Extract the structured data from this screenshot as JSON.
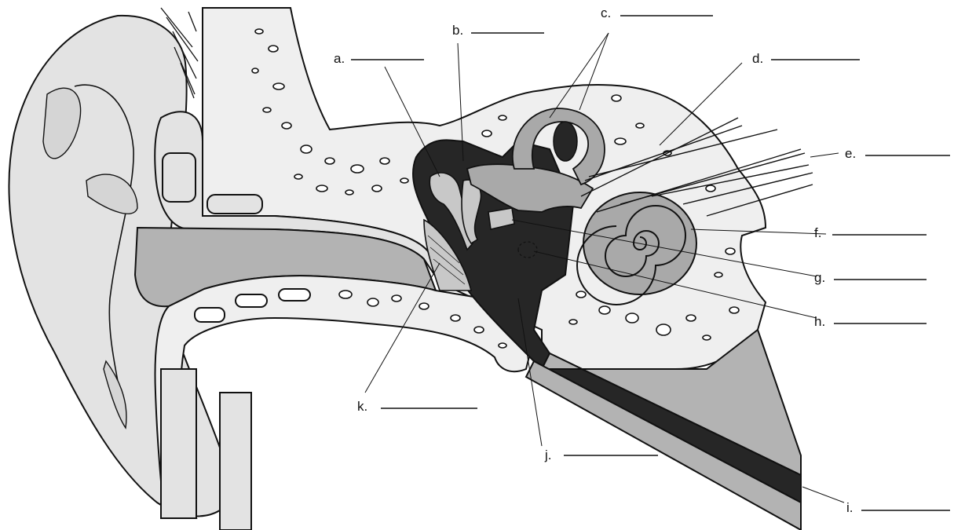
{
  "diagram": {
    "labels": [
      {
        "key": "a",
        "text": "a."
      },
      {
        "key": "b",
        "text": "b."
      },
      {
        "key": "c",
        "text": "c."
      },
      {
        "key": "d",
        "text": "d."
      },
      {
        "key": "e",
        "text": "e."
      },
      {
        "key": "f",
        "text": "f."
      },
      {
        "key": "g",
        "text": "g."
      },
      {
        "key": "h",
        "text": "h."
      },
      {
        "key": "i",
        "text": "i."
      },
      {
        "key": "j",
        "text": "j."
      },
      {
        "key": "k",
        "text": "k."
      }
    ]
  },
  "colors": {
    "tissue": "#e3e3e3",
    "bone": "#efefef",
    "canal": "#b3b3b3",
    "cochlea": "#a9a9a9",
    "dark": "#262626",
    "outline": "#111111"
  }
}
